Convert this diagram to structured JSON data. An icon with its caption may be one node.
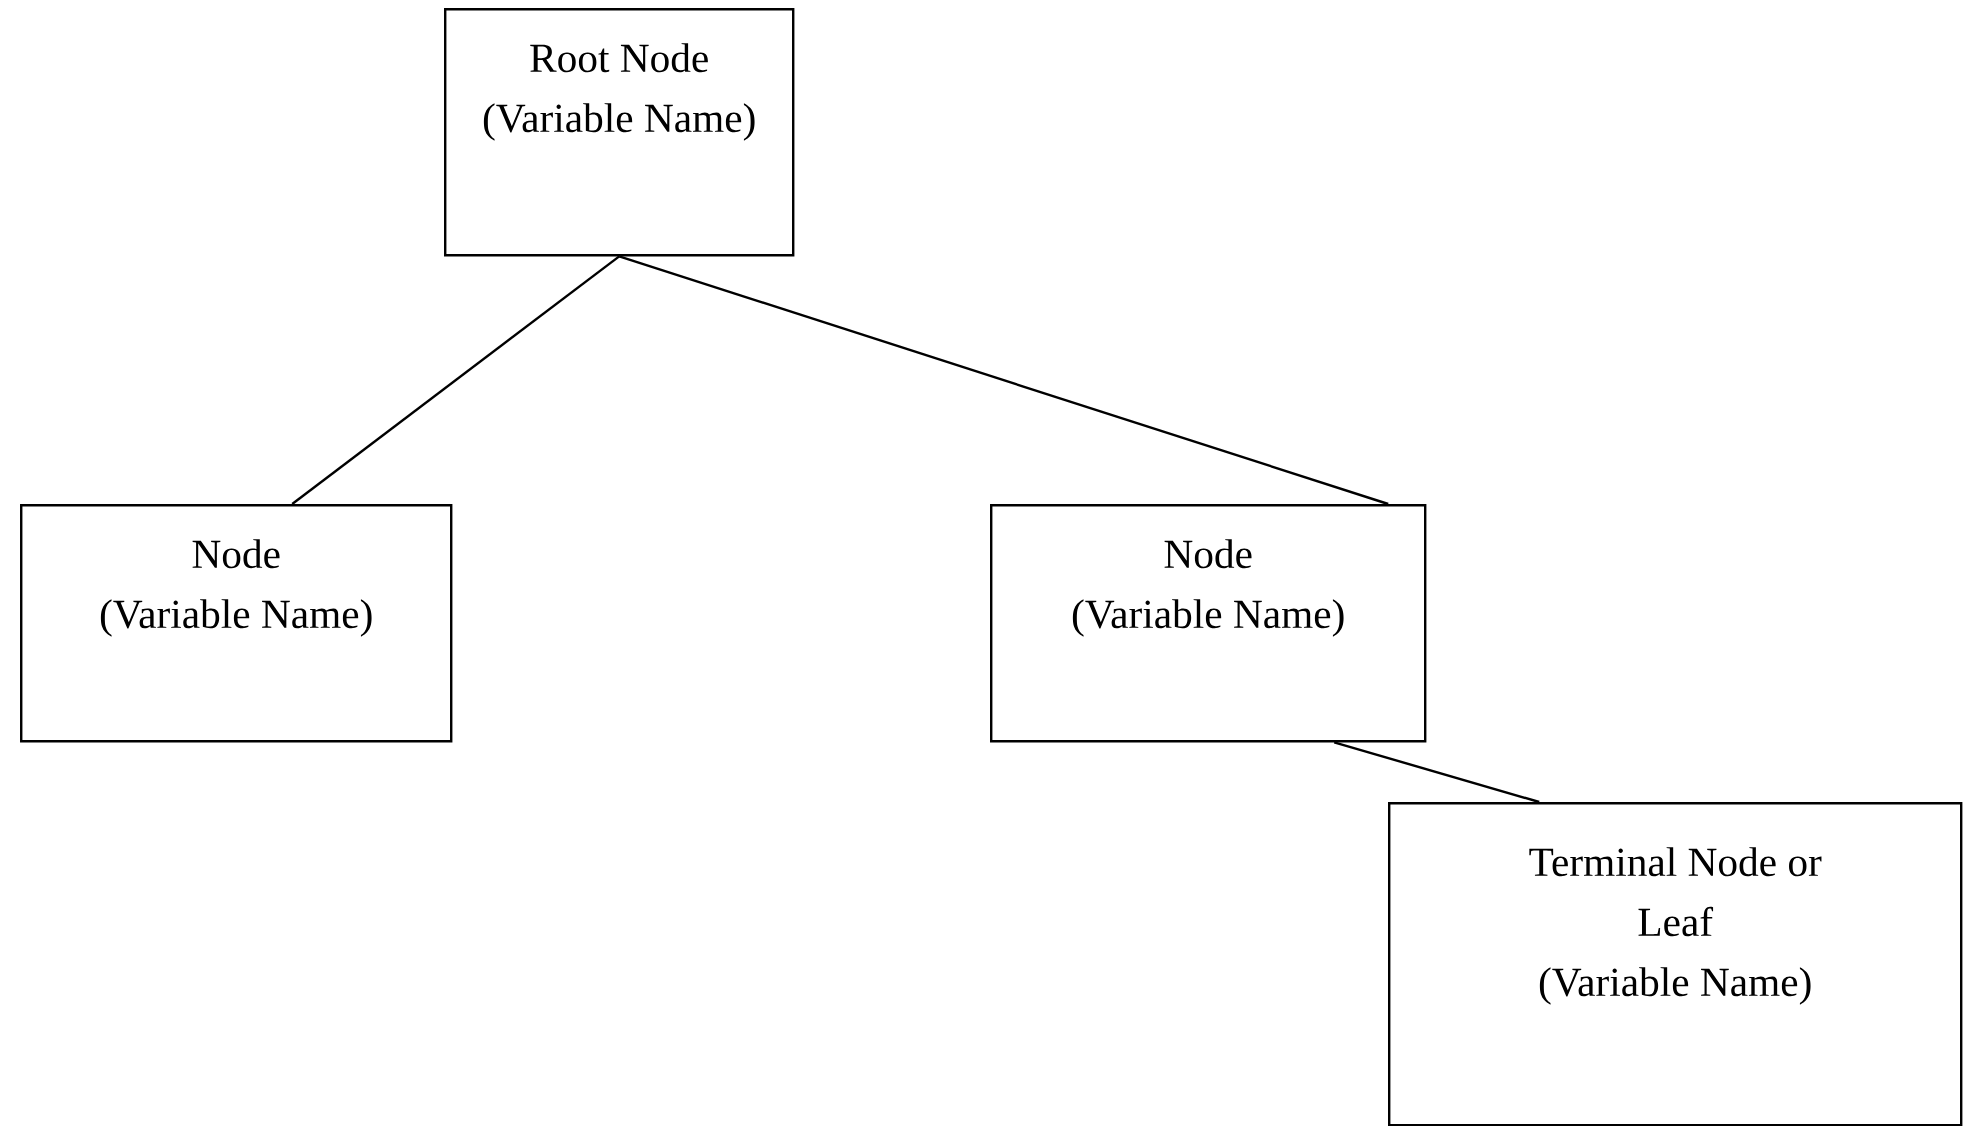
{
  "diagram": {
    "nodes": [
      {
        "text": [
          "Root Node",
          "(Variable Name)"
        ]
      },
      {
        "text": [
          "Node",
          "(Variable Name)"
        ]
      },
      {
        "text": [
          "Node",
          "(Variable Name)"
        ]
      },
      {
        "text": [
          "Terminal Node or Leaf",
          "(Variable Name)"
        ]
      }
    ],
    "edges": [
      {
        "from": 0,
        "to": 1,
        "arrow": "none"
      },
      {
        "from": 0,
        "to": 2,
        "arrow": "none"
      },
      {
        "from": 2,
        "to": 3,
        "arrow": "none"
      }
    ]
  }
}
